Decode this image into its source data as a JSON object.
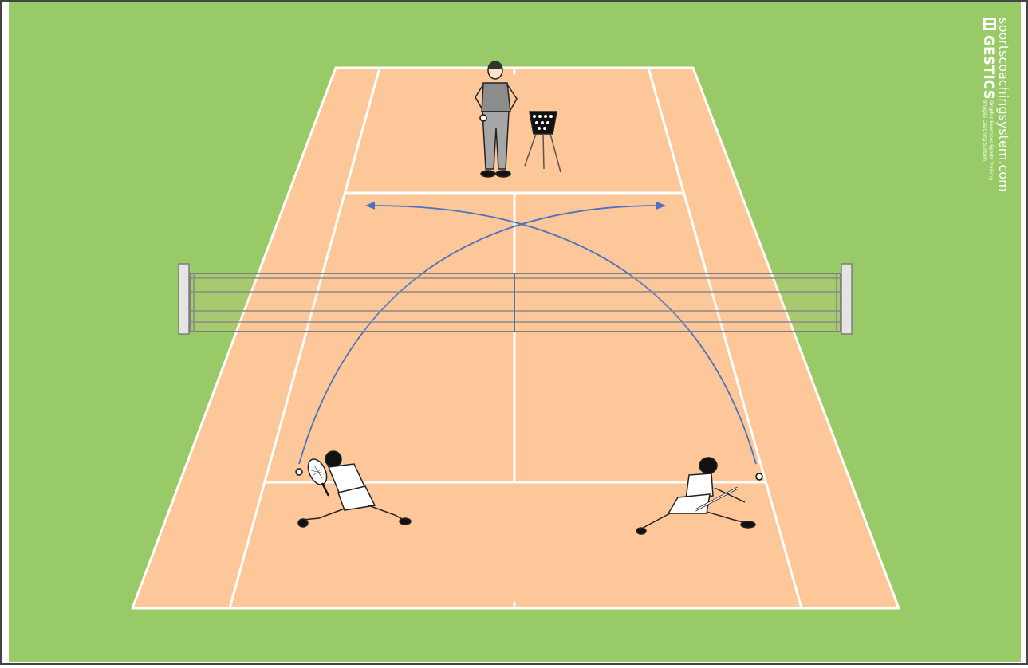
{
  "colors": {
    "grass": "#98cb68",
    "court": "#fdc799",
    "lines": "#ffffff",
    "trajectory": "#4a72c2",
    "net": "#7d7d7d",
    "frame": "#444444"
  },
  "branding": {
    "website": "sportscoachingsystem.com",
    "brand": "GESTICS",
    "tagline_1": "Graphic Exercises Sports Training",
    "tagline_2": "Images Coaching System",
    "logo_icon": "gestics-logo-icon"
  },
  "figures": {
    "coach": "standing coach holding a ball",
    "basket": "ball basket on stand",
    "player_left": "player lunging forehand volley",
    "player_right": "player lunging backhand volley"
  }
}
